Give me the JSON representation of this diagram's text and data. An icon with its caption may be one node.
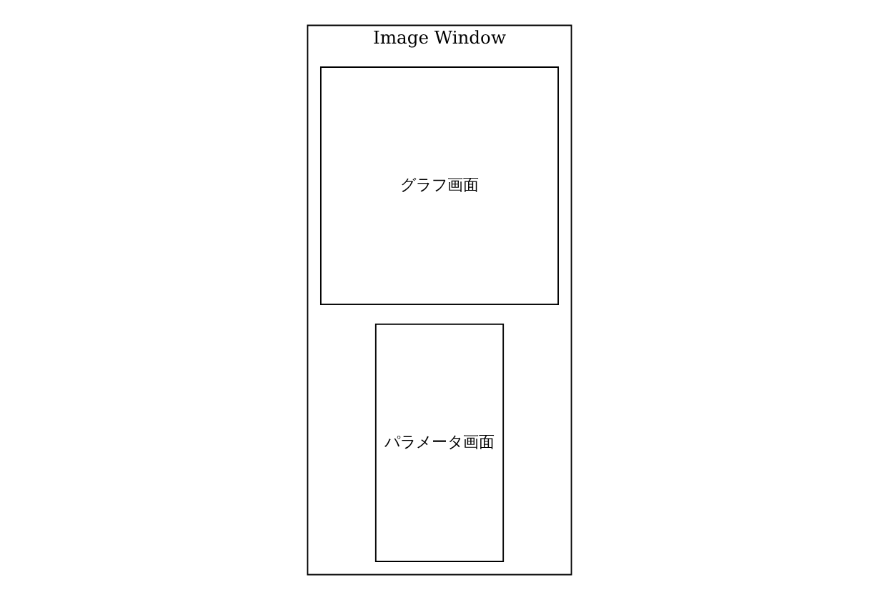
{
  "diagram": {
    "nodes": [
      {
        "text": [
          "Image Window"
        ]
      },
      {
        "text": [
          "パラメータ画面"
        ],
        "in": 0
      },
      {
        "text": [
          "グラフ画面"
        ],
        "in": 0
      }
    ]
  }
}
